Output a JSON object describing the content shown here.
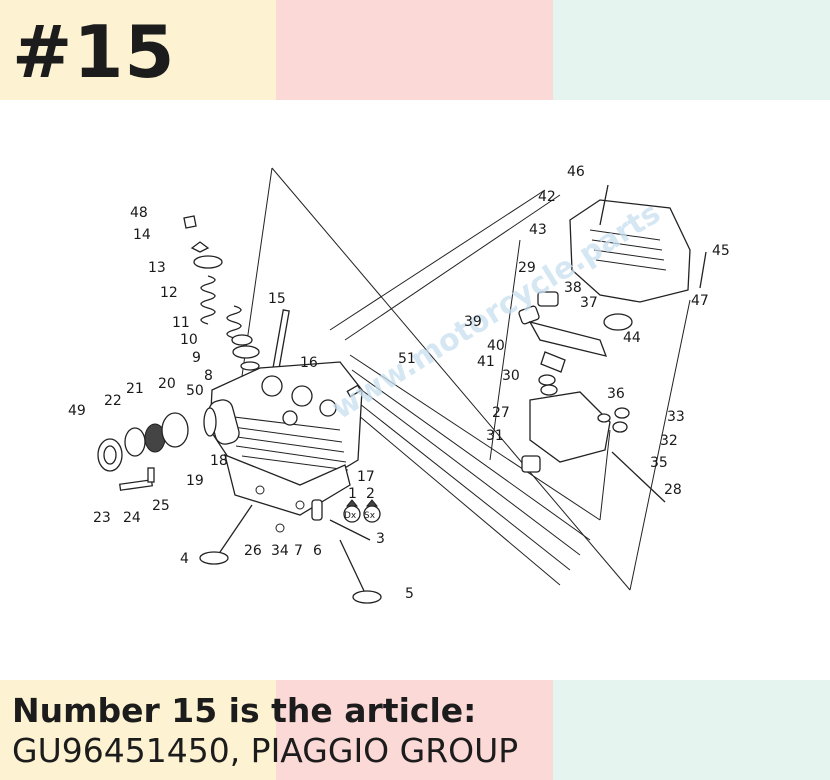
{
  "header": {
    "badge": "#15",
    "colors": [
      "#fdf3d2",
      "#fbd9d7",
      "#e5f4ee"
    ]
  },
  "caption": {
    "line1": "Number 15 is the article:",
    "line2": "GU96451450, PIAGGIO GROUP"
  },
  "diagram": {
    "callouts": [
      "48",
      "14",
      "13",
      "12",
      "11",
      "10",
      "9",
      "8",
      "15",
      "16",
      "51",
      "50",
      "49",
      "22",
      "21",
      "20",
      "18",
      "19",
      "23",
      "24",
      "25",
      "17",
      "1",
      "2",
      "4",
      "26",
      "34",
      "7",
      "6",
      "3",
      "5",
      "46",
      "42",
      "45",
      "43",
      "47",
      "29",
      "38",
      "37",
      "44",
      "39",
      "40",
      "41",
      "30",
      "36",
      "33",
      "32",
      "27",
      "31",
      "35",
      "28"
    ],
    "markers": [
      "Dx",
      "Sx"
    ],
    "watermark": "www.motorcycle.parts"
  }
}
